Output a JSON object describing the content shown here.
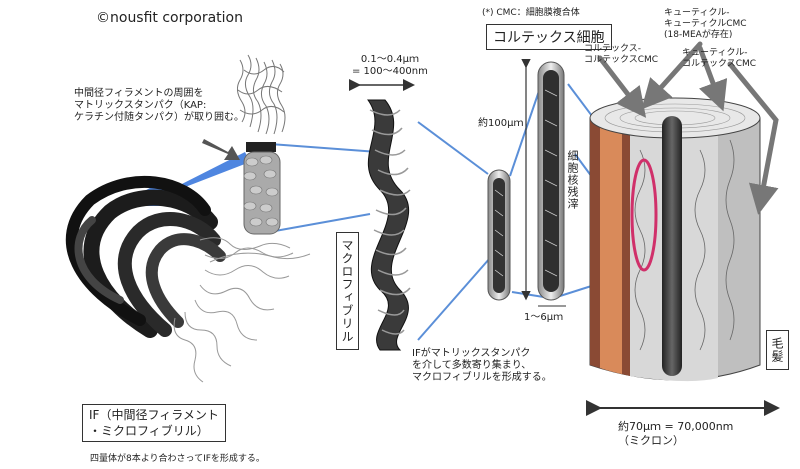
{
  "copyright": "©nousfit corporation",
  "cmc_note": "(*) CMC：細胞膜複合体",
  "labels": {
    "kap_note": "中間径フィラメントの周囲を\nマトリックスタンパク（KAP:\nケラチン付随タンパク）が取り囲む。",
    "macro_size": "0.1～0.4μｍ\n= 100～400nm",
    "cortex_title": "コルテックス細胞",
    "cc_cmc": "コルテックス-\nコルテックスCMC",
    "cuticle_cmc_1": "キューティクル-\nキューティクルCMC\n(18-MEAが存在)",
    "cuticle_cmc_2": "キューティクル-\nコルテックスCMC",
    "length_100": "約100μｍ",
    "nucleus": "細胞核残滓",
    "macrofibril": "マクロフィブリル",
    "if_note": "IFがマトリックスタンパク\nを介して多数寄り集まり、\nマクロフィブリルを形成する。",
    "width_1_6": "1～6μｍ",
    "hair": "毛髪",
    "hair_width": "約70μｍ = 70,000nm\n（ミクロン）",
    "if_title": "IF（中間径フィラメント\n・ミクロフィブリル）",
    "if_sub": "四量体が8本より合わさってIFを形成する。"
  },
  "colors": {
    "arrow_blue": "#4f86e0",
    "line_blue": "#5b8fd8",
    "arrow_gray": "#777777",
    "hair_brown": "#8a4a34",
    "highlight_pink": "#d0306a"
  }
}
